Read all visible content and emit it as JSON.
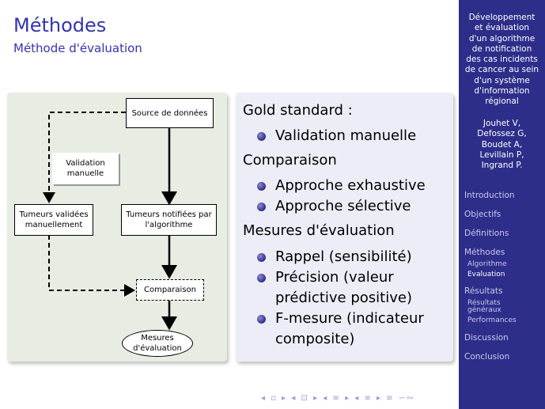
{
  "header": {
    "title": "Méthodes",
    "subtitle": "Méthode d'évaluation"
  },
  "sidebar": {
    "title_lines": [
      "Développement",
      "et évaluation",
      "d'un algorithme",
      "de notification",
      "des cas incidents",
      "de cancer au sein",
      "d'un système",
      "d'information",
      "régional"
    ],
    "authors": [
      "Jouhet V,",
      "Defossez G,",
      "Boudet A,",
      "Levillain P,",
      "Ingrand P."
    ],
    "nav": {
      "introduction": "Introduction",
      "objectifs": "Objectifs",
      "definitions": "Définitions",
      "methodes": "Méthodes",
      "algorithme": "Algorithme",
      "evaluation": "Evaluation",
      "resultats": "Résultats",
      "resultats_generaux_1": "Résultats",
      "resultats_generaux_2": "généraux",
      "performances": "Performances",
      "discussion": "Discussion",
      "conclusion": "Conclusion"
    }
  },
  "diagram": {
    "source": "Source de données",
    "validation_1": "Validation",
    "validation_2": "manuelle",
    "tumeurs_validees_1": "Tumeurs validées",
    "tumeurs_validees_2": "manuellement",
    "tumeurs_notifiees_1": "Tumeurs notifiées par",
    "tumeurs_notifiees_2": "l'algorithme",
    "comparaison": "Comparaison",
    "mesures_1": "Mesures",
    "mesures_2": "d'évaluation"
  },
  "content": {
    "gold_standard": "Gold standard :",
    "validation_manuelle": "Validation manuelle",
    "comparaison": "Comparaison",
    "approche_exhaustive": "Approche exhaustive",
    "approche_selective": "Approche sélective",
    "mesures": "Mesures d'évaluation",
    "rappel": "Rappel (sensibilité)",
    "precision_1": "Précision (valeur",
    "precision_2": "prédictive positive)",
    "fmesure_1": "F-mesure (indicateur",
    "fmesure_2": "composite)"
  },
  "navsymbols": "◂ ▫ ▸ ◂ ⊡ ▸ ◂ ≡ ▸ ◂ ≡ ▸ ≡ ∽∾"
}
